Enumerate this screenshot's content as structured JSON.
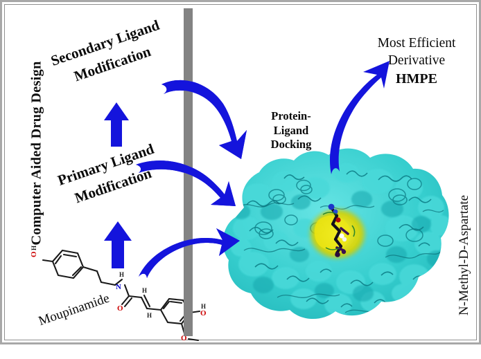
{
  "figure": {
    "type": "graphical-abstract",
    "background_color": "#ffffff",
    "frame_color": "#8f8f8f",
    "divider_color": "#838383",
    "arrow_color": "#1414dc",
    "protein_color": "#35d2d2",
    "pocket_color": "#e8e000"
  },
  "labels": {
    "left_vertical": "Computer Aided Drug Design",
    "right_vertical": "N-Methyl-D-Aspartate",
    "secondary_ligand": "Secondary Ligand Modification",
    "secondary_ligand_line1": "Secondary Ligand",
    "secondary_ligand_line2": "Modification",
    "primary_ligand_line1": "Primary Ligand",
    "primary_ligand_line2": "Modification",
    "compound_name": "Moupinamide",
    "docking_line1": "Protein-",
    "docking_line2": "Ligand",
    "docking_line3": "Docking",
    "result_line1": "Most Efficient",
    "result_line2": "Derivative",
    "result_line3": "HMPE"
  },
  "chemical_structure": {
    "name": "Moupinamide",
    "atom_labels": [
      "O",
      "H",
      "N",
      "H",
      "H",
      "H",
      "O",
      "O",
      "H",
      "O"
    ],
    "oxygen_color": "#cc0000",
    "nitrogen_color": "#0000cc",
    "bond_color": "#1a1a1a"
  },
  "arrows": [
    {
      "name": "secondary-to-docking",
      "style": "curved",
      "direction": "down-right"
    },
    {
      "name": "primary-to-protein",
      "style": "curved",
      "direction": "right"
    },
    {
      "name": "moupinamide-to-protein",
      "style": "curved",
      "direction": "up-right"
    },
    {
      "name": "protein-to-result",
      "style": "curved",
      "direction": "up-right"
    },
    {
      "name": "primary-modification-up",
      "style": "block",
      "direction": "up"
    },
    {
      "name": "secondary-modification-up",
      "style": "block",
      "direction": "up"
    }
  ]
}
